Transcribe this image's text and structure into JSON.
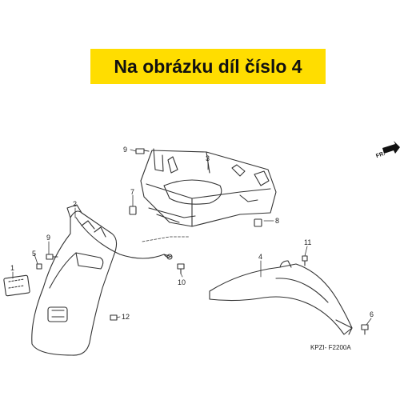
{
  "banner": {
    "text": "Na obrázku díl číslo 4"
  },
  "callouts": {
    "c1": "1",
    "c2": "2",
    "c3": "3",
    "c4": "4",
    "c5": "5",
    "c6": "6",
    "c7": "7",
    "c8": "8",
    "c9a": "9",
    "c9b": "9",
    "c10": "10",
    "c11": "11",
    "c12": "12"
  },
  "direction": "FR.",
  "diagram_code": "KPZI- F2200A",
  "colors": {
    "banner": "#ffdd00",
    "line": "#333333"
  }
}
